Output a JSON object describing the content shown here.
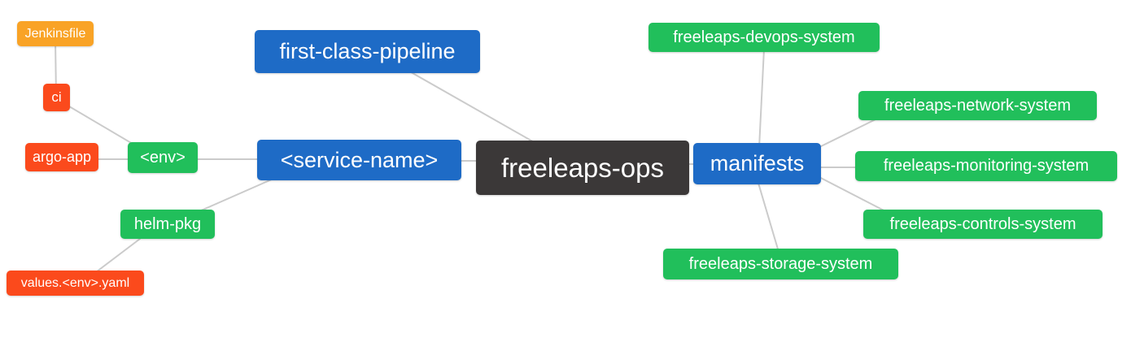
{
  "diagram": {
    "type": "mindmap",
    "root": "freeleaps-ops",
    "palette": {
      "root_bg": "#3b3838",
      "branch_bg": "#1e6bc6",
      "green_bg": "#21bf5b",
      "orange_bg": "#f9a326",
      "red_bg": "#fb4a1c",
      "text": "#ffffff",
      "edge_line": "#cbcbcb",
      "background": "#ffffff"
    },
    "nodes": {
      "freeleaps_ops": {
        "label": "freeleaps-ops"
      },
      "first_class_pipeline": {
        "label": "first-class-pipeline"
      },
      "service_name": {
        "label": "<service-name>"
      },
      "env": {
        "label": "<env>"
      },
      "ci": {
        "label": "ci"
      },
      "jenkinsfile": {
        "label": "Jenkinsfile"
      },
      "argo_app": {
        "label": "argo-app"
      },
      "helm_pkg": {
        "label": "helm-pkg"
      },
      "values_env_yaml": {
        "label": "values.<env>.yaml"
      },
      "manifests": {
        "label": "manifests"
      },
      "devops_system": {
        "label": "freeleaps-devops-system"
      },
      "network_system": {
        "label": "freeleaps-network-system"
      },
      "monitoring_system": {
        "label": "freeleaps-monitoring-system"
      },
      "controls_system": {
        "label": "freeleaps-controls-system"
      },
      "storage_system": {
        "label": "freeleaps-storage-system"
      }
    },
    "edges": [
      [
        "jenkinsfile",
        "ci"
      ],
      [
        "ci",
        "env"
      ],
      [
        "argo_app",
        "env"
      ],
      [
        "env",
        "service_name"
      ],
      [
        "helm_pkg",
        "service_name"
      ],
      [
        "values_env_yaml",
        "helm_pkg"
      ],
      [
        "service_name",
        "freeleaps_ops"
      ],
      [
        "first_class_pipeline",
        "freeleaps_ops"
      ],
      [
        "freeleaps_ops",
        "manifests"
      ],
      [
        "manifests",
        "devops_system"
      ],
      [
        "manifests",
        "network_system"
      ],
      [
        "manifests",
        "monitoring_system"
      ],
      [
        "manifests",
        "controls_system"
      ],
      [
        "manifests",
        "storage_system"
      ]
    ]
  }
}
